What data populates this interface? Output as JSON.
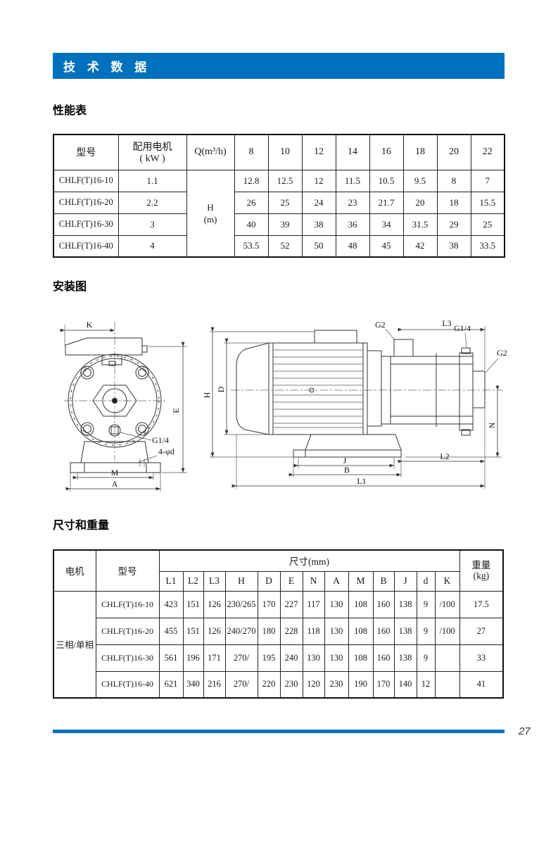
{
  "page": {
    "header_title": "技 术 数 据",
    "page_number": "27",
    "accent_color": "#0071BC"
  },
  "performance": {
    "title": "性能表",
    "columns": {
      "model": "型号",
      "motor": "配用电机",
      "motor_unit": "( kW )",
      "flow": "Q(m³/h)"
    },
    "flow_values": [
      "8",
      "10",
      "12",
      "14",
      "16",
      "18",
      "20",
      "22"
    ],
    "head_label": "H",
    "head_unit": "(m)",
    "rows": [
      {
        "model": "CHLF(T)16-10",
        "power": "1.1",
        "values": [
          "12.8",
          "12.5",
          "12",
          "11.5",
          "10.5",
          "9.5",
          "8",
          "7"
        ]
      },
      {
        "model": "CHLF(T)16-20",
        "power": "2.2",
        "values": [
          "26",
          "25",
          "24",
          "23",
          "21.7",
          "20",
          "18",
          "15.5"
        ]
      },
      {
        "model": "CHLF(T)16-30",
        "power": "3",
        "values": [
          "40",
          "39",
          "38",
          "36",
          "34",
          "31.5",
          "29",
          "25"
        ]
      },
      {
        "model": "CHLF(T)16-40",
        "power": "4",
        "values": [
          "53.5",
          "52",
          "50",
          "48",
          "45",
          "42",
          "38",
          "33.5"
        ]
      }
    ]
  },
  "installation": {
    "title": "安装图",
    "front_labels": {
      "k": "K",
      "e": "E",
      "g14": "G1/4",
      "bolt": "4-φd",
      "m": "M",
      "a": "A"
    },
    "side_labels": {
      "g2_top": "G2",
      "l3": "L3",
      "g14": "G1/4",
      "g2_right": "G2",
      "h": "H",
      "d": "D",
      "n": "N",
      "l2": "L2",
      "j": "J",
      "b": "B",
      "l1": "L1"
    }
  },
  "dimensions": {
    "title": "尺寸和重量",
    "columns": {
      "motor": "电机",
      "model": "型号",
      "size": "尺寸(mm)",
      "weight": "重量",
      "weight_unit": "(kg)"
    },
    "dim_headers": [
      "L1",
      "L2",
      "L3",
      "H",
      "D",
      "E",
      "N",
      "A",
      "M",
      "B",
      "J",
      "d",
      "K"
    ],
    "motor_type": "三相/单相",
    "rows": [
      {
        "model": "CHLF(T)16-10",
        "dims": [
          "423",
          "151",
          "126",
          "230/265",
          "170",
          "227",
          "117",
          "130",
          "108",
          "160",
          "138",
          "9",
          "/100"
        ],
        "weight": "17.5"
      },
      {
        "model": "CHLF(T)16-20",
        "dims": [
          "455",
          "151",
          "126",
          "240/270",
          "180",
          "228",
          "118",
          "130",
          "108",
          "160",
          "138",
          "9",
          "/100"
        ],
        "weight": "27"
      },
      {
        "model": "CHLF(T)16-30",
        "dims": [
          "561",
          "196",
          "171",
          "270/",
          "195",
          "240",
          "130",
          "130",
          "108",
          "160",
          "138",
          "9",
          ""
        ],
        "weight": "33"
      },
      {
        "model": "CHLF(T)16-40",
        "dims": [
          "621",
          "340",
          "216",
          "270/",
          "220",
          "230",
          "120",
          "230",
          "190",
          "170",
          "140",
          "12",
          ""
        ],
        "weight": "41"
      }
    ]
  }
}
